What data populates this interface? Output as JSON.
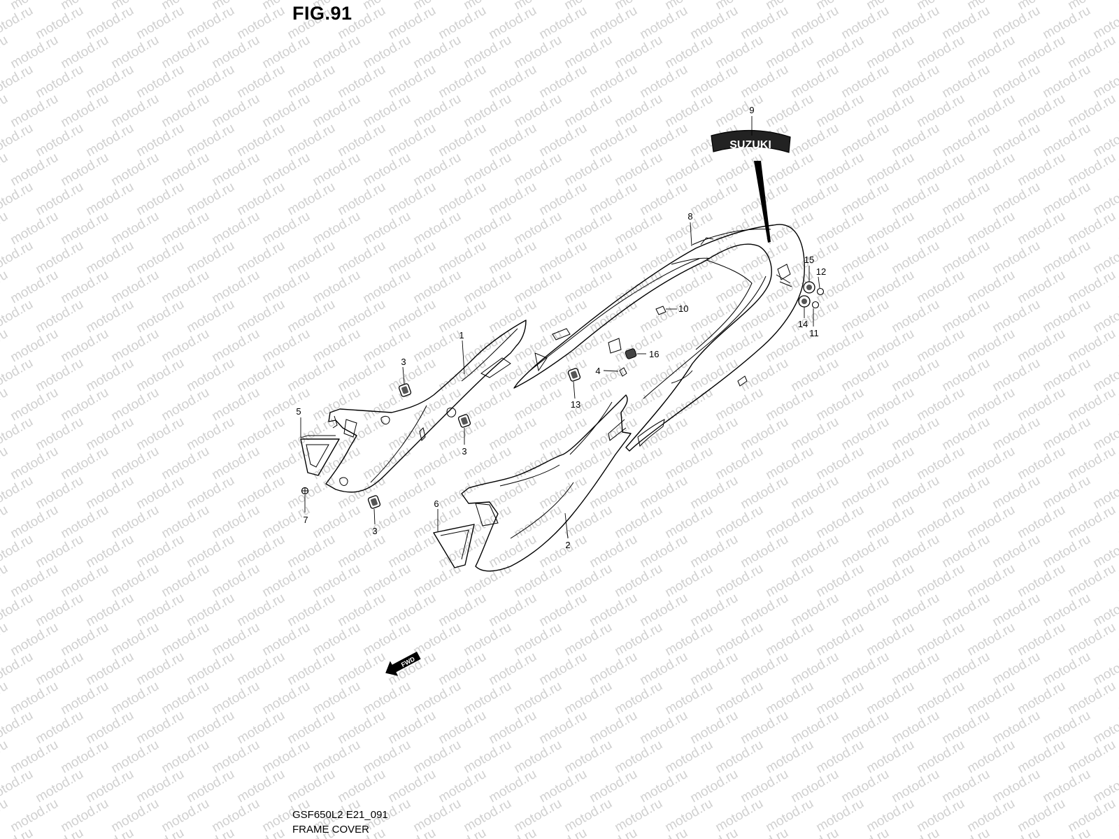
{
  "watermark_text": "motod.ru",
  "figure_title": "FIG.91",
  "diagram_code": "GSF650L2 E21_091",
  "diagram_name": "FRAME COVER",
  "emblem_text": "SUZUKI",
  "fwd_label": "FWD",
  "callouts": {
    "c1": "1",
    "c2": "2",
    "c3a": "3",
    "c3b": "3",
    "c3c": "3",
    "c4": "4",
    "c5": "5",
    "c6": "6",
    "c7": "7",
    "c8": "8",
    "c9": "9",
    "c10": "10",
    "c11": "11",
    "c12": "12",
    "c13": "13",
    "c14": "14",
    "c15": "15",
    "c16": "16"
  }
}
